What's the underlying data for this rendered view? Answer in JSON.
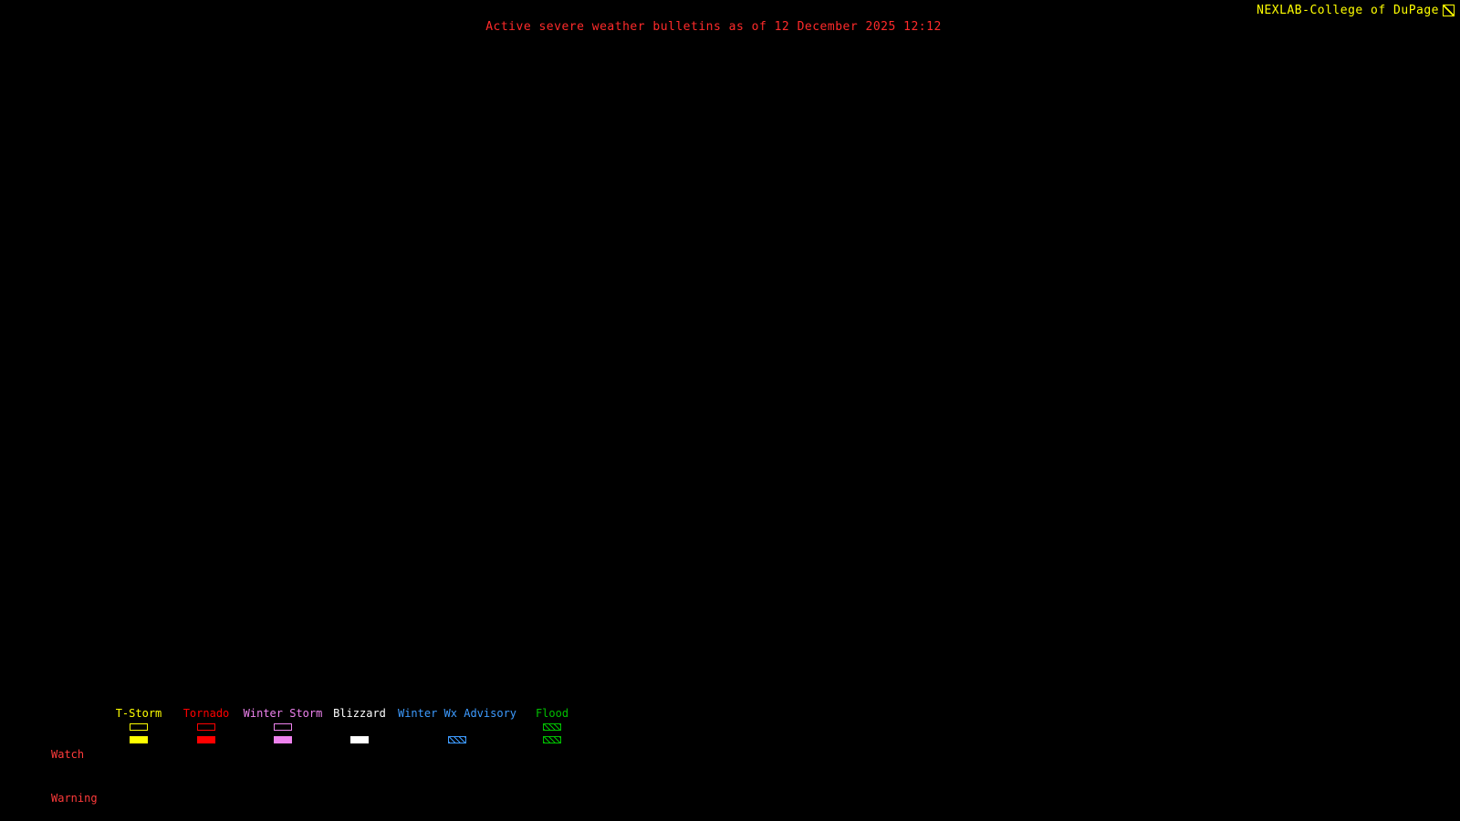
{
  "header": {
    "title": "Active severe weather bulletins as of 12 December 2025 12:12",
    "title_color": "#ff2a2a",
    "branding": "NEXLAB-College of DuPage",
    "branding_color": "#ffff00",
    "logo_icon": "cod-logo"
  },
  "legend": {
    "row_label_color": "#ff3b3b",
    "rows": [
      {
        "label": "Watch"
      },
      {
        "label": "Warning"
      }
    ],
    "columns": [
      {
        "label": "T-Storm",
        "color": "#ffff00",
        "watch": "outline",
        "warning": "fill"
      },
      {
        "label": "Tornado",
        "color": "#ff0000",
        "watch": "outline",
        "warning": "fill"
      },
      {
        "label": "Winter Storm",
        "color": "#ee82ee",
        "watch": "outline",
        "warning": "fill"
      },
      {
        "label": "Blizzard",
        "color": "#ffffff",
        "watch": "none",
        "warning": "fill"
      },
      {
        "label": "Winter Wx Advisory",
        "color": "#3d9bff",
        "watch": "none",
        "warning": "hatch"
      },
      {
        "label": "Flood",
        "color": "#00c000",
        "watch": "hatch",
        "warning": "hatch"
      }
    ]
  }
}
